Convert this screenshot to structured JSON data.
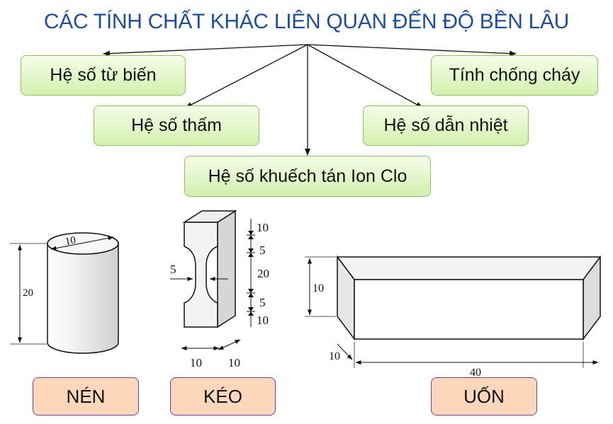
{
  "title": "CÁC TÍNH CHẤT KHÁC LIÊN QUAN ĐẾN ĐỘ BỀN LÂU",
  "properties": [
    {
      "label": "Hệ số từ biến"
    },
    {
      "label": "Tính chống cháy"
    },
    {
      "label": "Hệ số thấm"
    },
    {
      "label": "Hệ số dẫn nhiệt"
    },
    {
      "label": "Hệ số khuếch tán Ion Clo"
    }
  ],
  "specimens": {
    "compression": {
      "label": "NÉN",
      "diameter": "10",
      "height": "20"
    },
    "tension": {
      "label": "KÉO",
      "dims_right": [
        "10",
        "5",
        "20",
        "5",
        "10"
      ],
      "neck": "5",
      "bottom": [
        "10",
        "10"
      ]
    },
    "flexure": {
      "label": "UỐN",
      "height": "10",
      "depth": "10",
      "length": "40"
    }
  },
  "colors": {
    "title": "#1f4e9c",
    "property_border": "#8cc35a",
    "test_fill": "#fcd7bb",
    "test_border": "#7a3e9a"
  }
}
